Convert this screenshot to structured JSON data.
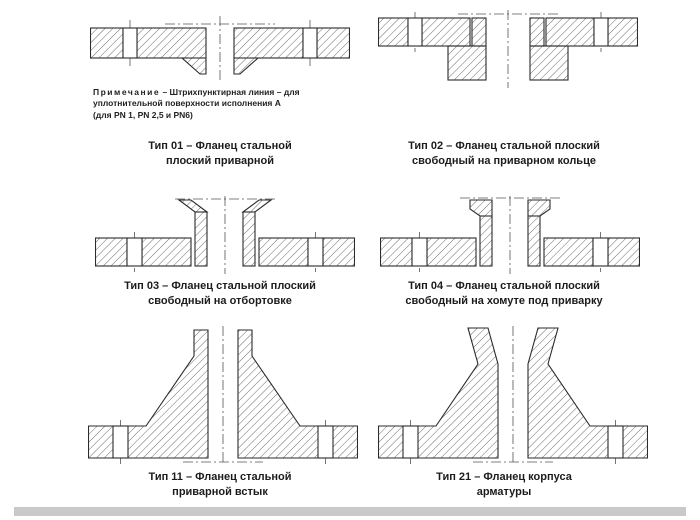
{
  "note": {
    "term": "Примечание",
    "rest": "– Штрихпунктирная линия – для",
    "line2": "уплотнительной поверхности исполнения А",
    "line3": "(для PN 1, PN 2,5 и PN6)"
  },
  "figures": [
    {
      "caption1": "Тип 01 – Фланец стальной",
      "caption2": "плоский приварной"
    },
    {
      "caption1": "Тип 02 – Фланец стальной плоский",
      "caption2": "свободный на приварном кольце"
    },
    {
      "caption1": "Тип 03 – Фланец стальной плоский",
      "caption2": "свободный на отбортовке"
    },
    {
      "caption1": "Тип 04 – Фланец стальной плоский",
      "caption2": "свободный на хомуте под приварку"
    },
    {
      "caption1": "Тип 11 – Фланец стальной",
      "caption2": "приварной встык"
    },
    {
      "caption1": "Тип 21 – Фланец корпуса",
      "caption2": "арматуры"
    }
  ],
  "colors": {
    "line": "#2b2b2b",
    "hatch": "#3c3c3c",
    "background": "#ffffff"
  }
}
